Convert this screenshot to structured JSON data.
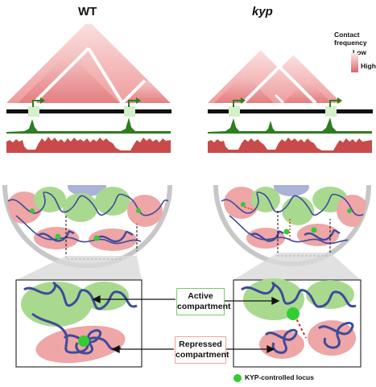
{
  "panels": {
    "left_title": "WT",
    "right_title": "kyp"
  },
  "legend": {
    "title": "Contact frequency",
    "low": "Low",
    "high": "High"
  },
  "compartments": {
    "active": "Active compartment",
    "repressed": "Repressed compartment"
  },
  "locus_legend": "KYP-controlled locus",
  "colors": {
    "active_green": "#a9d98f",
    "repressed_pink": "#eea6a6",
    "chromatin_blue": "#3d4b9c",
    "signal_green": "#2e7d1f",
    "signal_red": "#c94a4a",
    "locus_green": "#33cc33"
  }
}
